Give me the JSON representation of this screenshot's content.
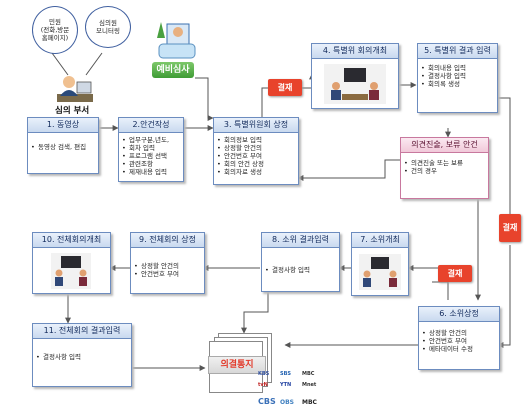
{
  "bubbles": {
    "complaint": "민원\n(전화,방문\n홈페이지)",
    "monitoring": "심의원\n모니터링"
  },
  "department_label": "심의 부서",
  "prelim_label": "예비심사",
  "decision_labels": [
    "결재",
    "결재",
    "결재"
  ],
  "result_label": "의결통지",
  "steps": {
    "s1": {
      "title": "1. 동영상",
      "items": [
        "동영상 검색, 편집"
      ]
    },
    "s2": {
      "title": "2.안건작성",
      "items": [
        "업무구분,년도,",
        "회차 입력",
        "프로그램 선택",
        "관련조항",
        "제재내용 입력"
      ]
    },
    "s3": {
      "title": "3. 특별위원회 상정",
      "items": [
        "회의정보 입력",
        "상정할 안건의",
        "안건번호 부여",
        "회의 안건 상정",
        "회의자료 생성"
      ]
    },
    "s4": {
      "title": "4. 특별위 회의개최"
    },
    "s5": {
      "title": "5. 특별위 결과 입력",
      "items": [
        "회의내용 입력",
        "결정사항 입력",
        "회의록 생성"
      ]
    },
    "s6": {
      "title": "6. 소위상정",
      "items": [
        "상정할 안건의",
        "안건번호 부여",
        "메타데이터 수정"
      ]
    },
    "s7": {
      "title": "7. 소위개최"
    },
    "s8": {
      "title": "8. 소위 결과입력",
      "items": [
        "결정사항 입력"
      ]
    },
    "s9": {
      "title": "9. 전체회의 상정",
      "items": [
        "상정할 안건의",
        "안건번호 부여"
      ]
    },
    "s10": {
      "title": "10. 전체회의개최"
    },
    "s11": {
      "title": "11. 전체회의 결과입력",
      "items": [
        "결정사항 입력"
      ]
    },
    "opinion": {
      "title": "의견진술, 보류 안건",
      "items": [
        "의견진술 또는 보류",
        "건의 경우"
      ]
    }
  },
  "logos": [
    "KBS",
    "SBS",
    "MBC",
    "tvN",
    "YTN",
    "Mnet",
    "CBS",
    "OBS",
    "MBC"
  ],
  "colors": {
    "node_border": "#6c8cbf",
    "decision": "#e8432c",
    "arrow": "#555555"
  }
}
